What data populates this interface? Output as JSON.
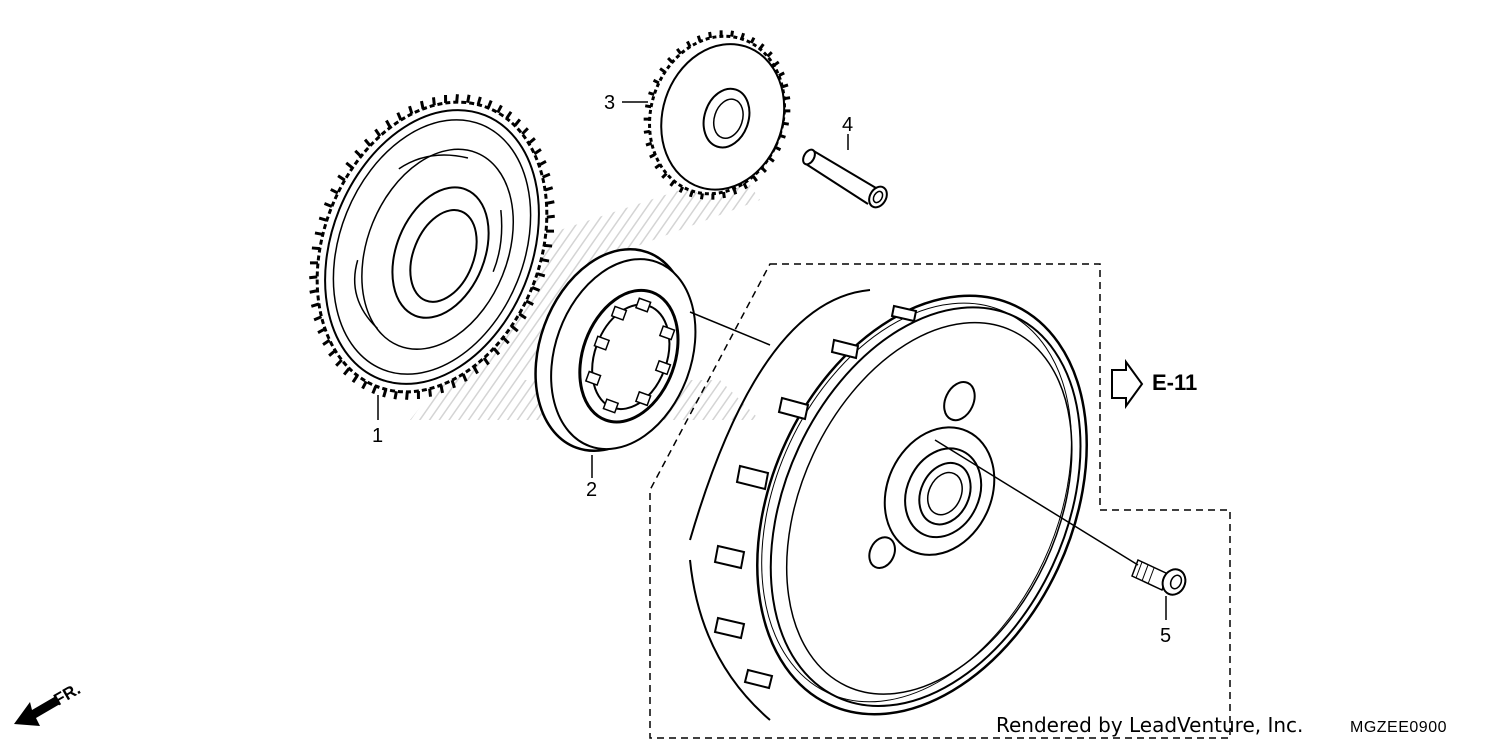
{
  "diagram": {
    "parts": [
      {
        "ref": "1",
        "icon": "driven-gear-icon"
      },
      {
        "ref": "2",
        "icon": "one-way-clutch-icon"
      },
      {
        "ref": "3",
        "icon": "idle-gear-icon"
      },
      {
        "ref": "4",
        "icon": "shaft-icon"
      },
      {
        "ref": "5",
        "icon": "bolt-icon"
      }
    ],
    "reference_link": "E-11",
    "direction_label": "FR.",
    "credit": "Rendered by LeadVenture, Inc.",
    "diagram_code": "MGZEE0900"
  },
  "colors": {
    "line": "#000000",
    "background": "#ffffff",
    "watermark": "#d9d9d9"
  }
}
